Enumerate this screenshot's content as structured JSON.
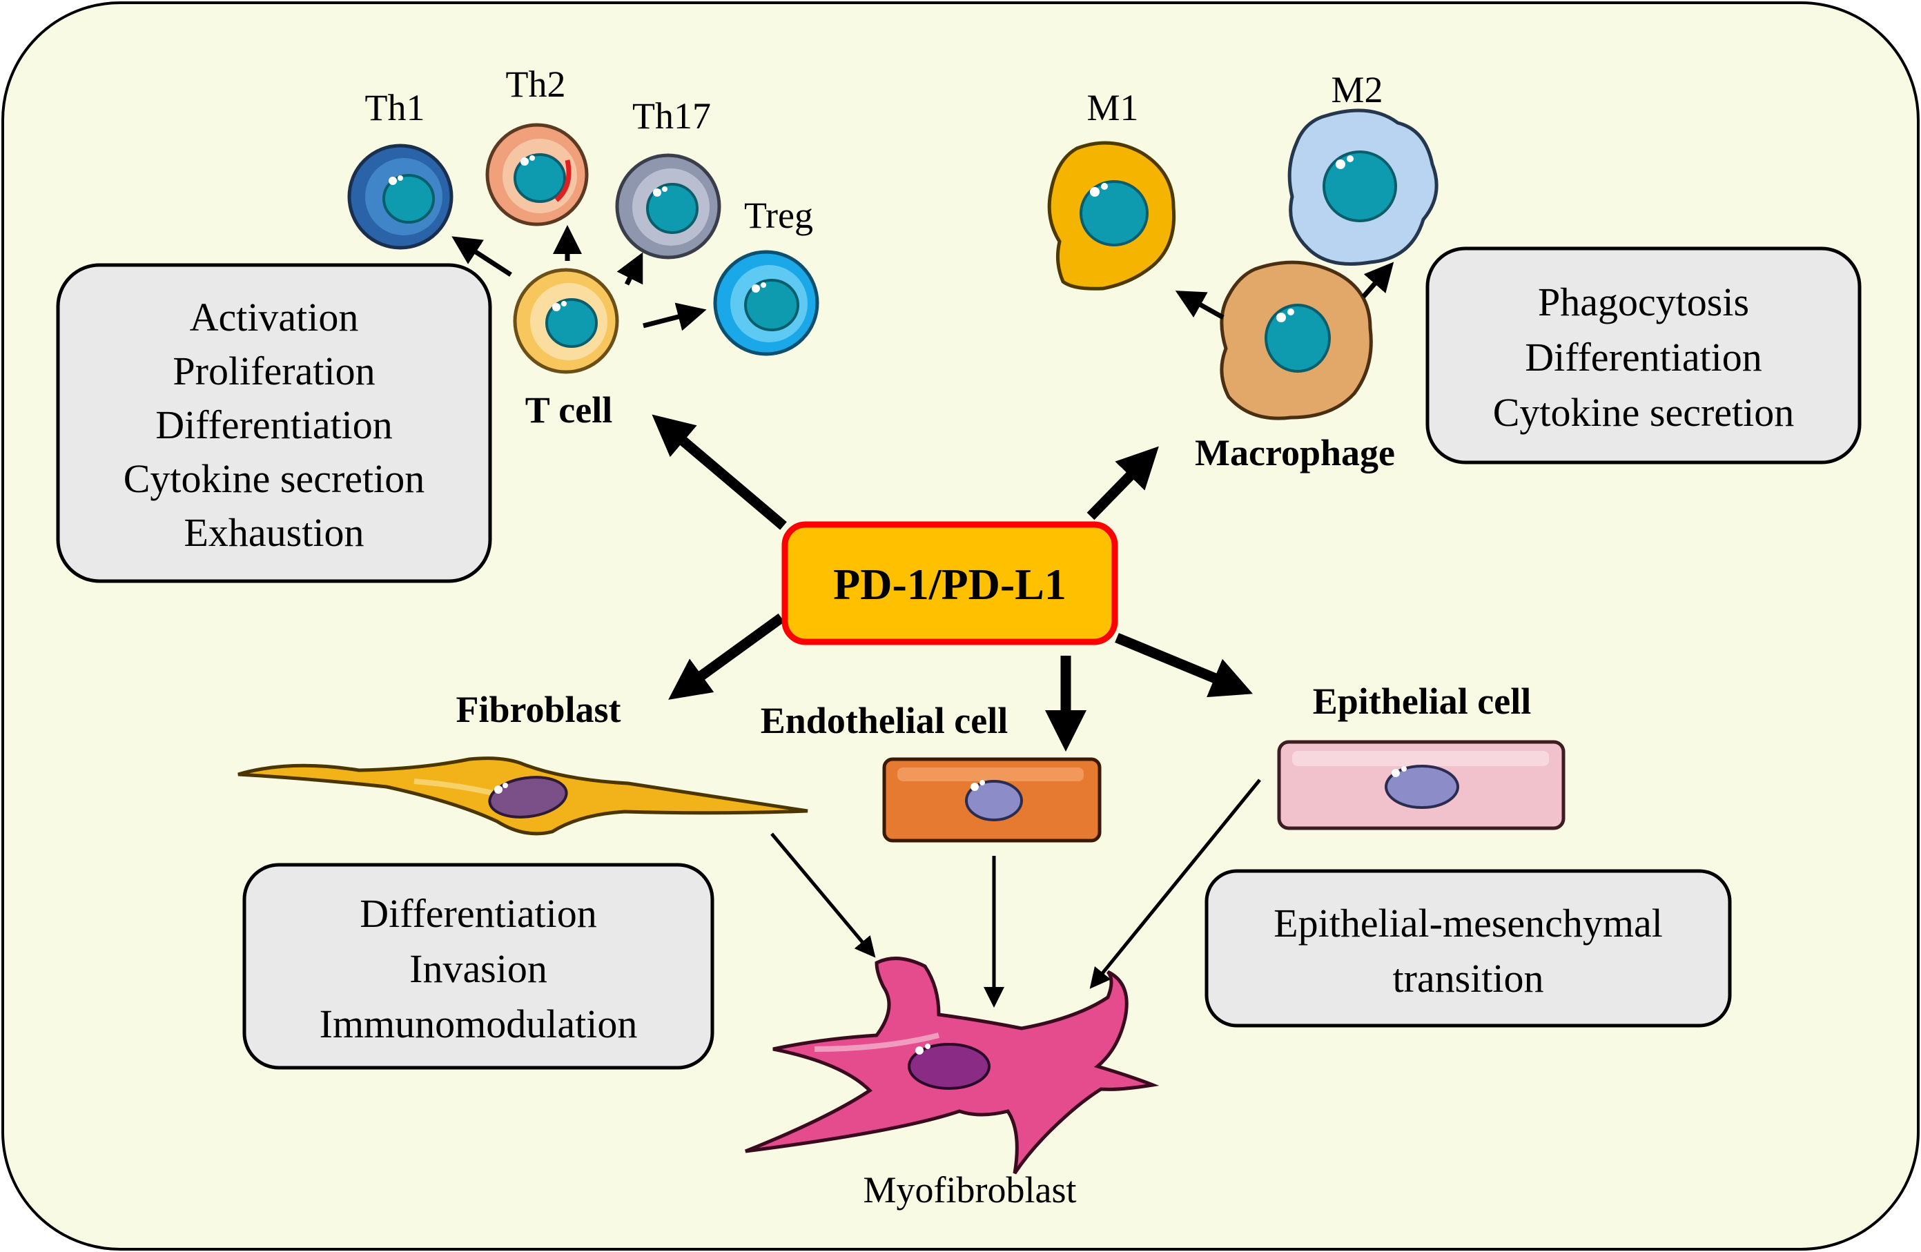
{
  "center": {
    "label": "PD-1/PD-L1",
    "fill": "#FFC000",
    "stroke": "#FF0000"
  },
  "background": {
    "fill": "#F8FAE4"
  },
  "tcell": {
    "label": "T cell",
    "subsets": {
      "th1": "Th1",
      "th2": "Th2",
      "th17": "Th17",
      "treg": "Treg"
    },
    "functions": [
      "Activation",
      "Proliferation",
      "Differentiation",
      "Cytokine secretion",
      "Exhaustion"
    ]
  },
  "macrophage": {
    "label": "Macrophage",
    "subsets": {
      "m1": "M1",
      "m2": "M2"
    },
    "functions": [
      "Phagocytosis",
      "Differentiation",
      "Cytokine secretion"
    ]
  },
  "fibroblast": {
    "label": "Fibroblast",
    "functions": [
      "Differentiation",
      "Invasion",
      "Immunomodulation"
    ]
  },
  "endothelial": {
    "label": "Endothelial cell"
  },
  "epithelial": {
    "label": "Epithelial cell",
    "functions": [
      "Epithelial-mesenchymal",
      "transition"
    ]
  },
  "myofibroblast": {
    "label": "Myofibroblast"
  },
  "icons": [
    "th1-cell-icon",
    "th2-cell-icon",
    "th17-cell-icon",
    "treg-cell-icon",
    "t-cell-icon",
    "m1-macrophage-icon",
    "m2-macrophage-icon",
    "macrophage-icon",
    "fibroblast-icon",
    "endothelial-cell-icon",
    "epithelial-cell-icon",
    "myofibroblast-icon"
  ]
}
